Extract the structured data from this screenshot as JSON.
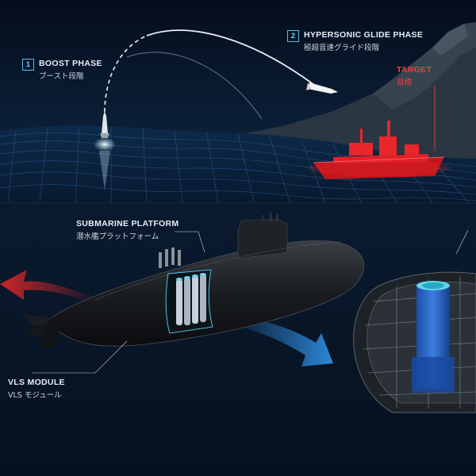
{
  "phases": [
    {
      "number": "1",
      "title": "BOOST PHASE",
      "subtitle": "ブースト段階"
    },
    {
      "number": "2",
      "title": "HYPERSONIC GLIDE PHASE",
      "subtitle": "極超音速グライド段階"
    }
  ],
  "target": {
    "title": "TARGET",
    "subtitle": "目標"
  },
  "submarine": {
    "title": "SUBMARINE PLATFORM",
    "subtitle": "潜水艦プラットフォーム"
  },
  "vls": {
    "title": "VLS MODULE",
    "subtitle": "VLS モジュール"
  },
  "colors": {
    "accent": "#4fc3e8",
    "target": "#ff3a3a",
    "arrow_red": "#d8262a",
    "arrow_blue": "#2f8de0",
    "background": "#06101e"
  }
}
